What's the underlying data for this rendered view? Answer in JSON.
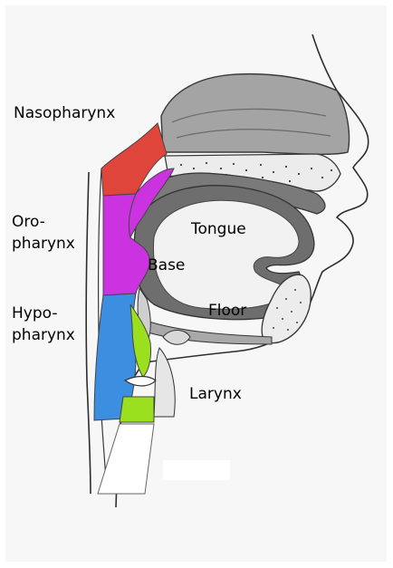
{
  "labels": {
    "nasopharynx": "Nasopharynx",
    "oropharynx_line1": "Oro-",
    "oropharynx_line2": "pharynx",
    "hypopharynx_line1": "Hypo-",
    "hypopharynx_line2": "pharynx",
    "tongue": "Tongue",
    "base": "Base",
    "floor": "Floor",
    "larynx": "Larynx"
  },
  "colors": {
    "nasopharynx": "#e0453c",
    "oropharynx": "#cc33e0",
    "hypopharynx": "#3b8ee0",
    "larynx_region": "#9be01e",
    "bone_gray": "#9a9a9a",
    "tongue_gray": "#6e6e6e",
    "background": "#f7f7f7"
  }
}
